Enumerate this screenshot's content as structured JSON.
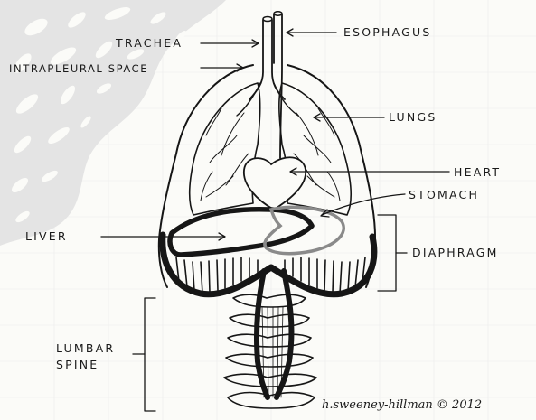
{
  "diagram": {
    "labels": {
      "trachea": "TRACHEA",
      "esophagus": "ESOPHAGUS",
      "intrapleural_space": "INTRAPLEURAL SPACE",
      "lungs": "LUNGS",
      "heart": "HEART",
      "stomach": "STOMACH",
      "liver": "LIVER",
      "diaphragm": "DIAPHRAGM",
      "lumbar": "LUMBAR",
      "spine": "SPINE"
    },
    "signature": "h.sweeney-hillman © 2012"
  },
  "colors": {
    "ink": "#161616",
    "background_pattern": "#e6e6e6",
    "paper": "#fbfbf8"
  }
}
